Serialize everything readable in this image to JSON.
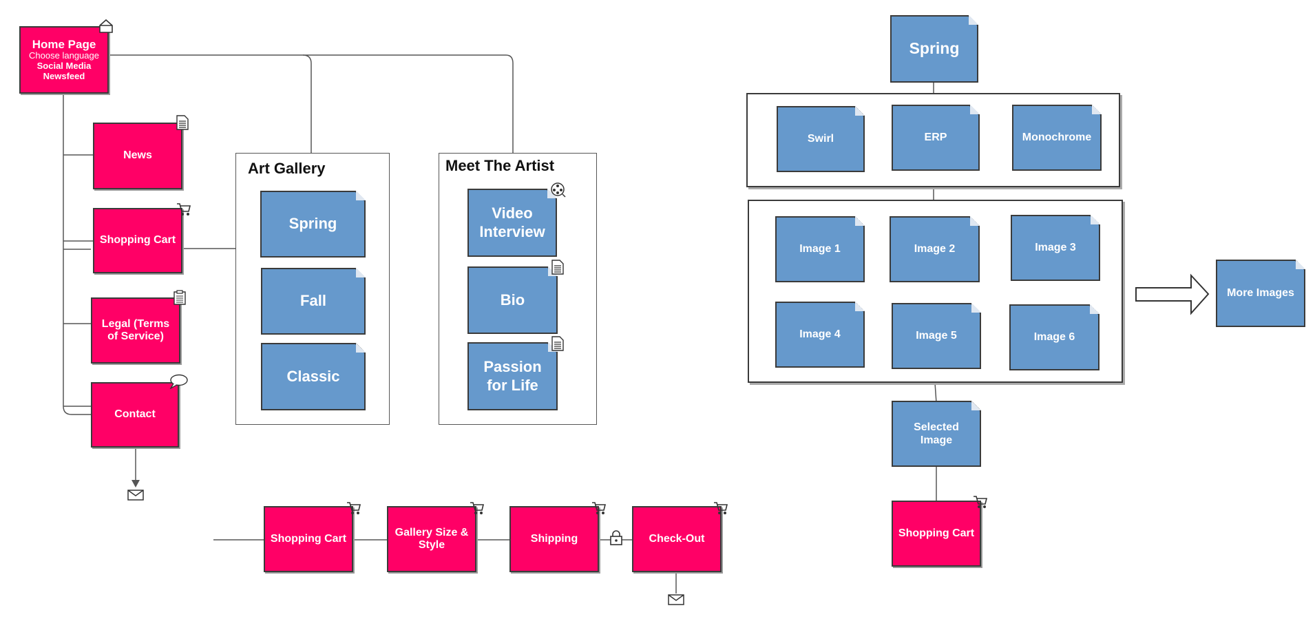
{
  "home": {
    "title": "Home Page",
    "line1": "Choose language",
    "line2": "Social Media",
    "line3": "Newsfeed"
  },
  "left_pages": {
    "news": "News",
    "shopping_cart": "Shopping Cart",
    "legal": "Legal (Terms of Service)",
    "contact": "Contact"
  },
  "art_gallery": {
    "title": "Art Gallery",
    "items": [
      "Spring",
      "Fall",
      "Classic"
    ]
  },
  "meet_artist": {
    "title": "Meet The Artist",
    "items": [
      "Video Interview",
      "Bio",
      "Passion for Life"
    ]
  },
  "checkout_flow": [
    "Shopping Cart",
    "Gallery Size & Style",
    "Shipping",
    "Check-Out"
  ],
  "spring": {
    "title": "Spring",
    "styles": [
      "Swirl",
      "ERP",
      "Monochrome"
    ],
    "images": [
      "Image 1",
      "Image 2",
      "Image 3",
      "Image 4",
      "Image 5",
      "Image 6"
    ],
    "more": "More Images",
    "selected": "Selected Image",
    "cart": "Shopping Cart"
  },
  "colors": {
    "page_pink": "#ff0066",
    "page_blue": "#6699cc",
    "border": "#3a3a3a",
    "line": "#555555"
  },
  "icons": [
    "home-icon",
    "document-icon",
    "cart-icon",
    "clipboard-icon",
    "speech-bubble-icon",
    "envelope-icon",
    "film-reel-icon",
    "padlock-icon",
    "arrow-right-icon"
  ]
}
